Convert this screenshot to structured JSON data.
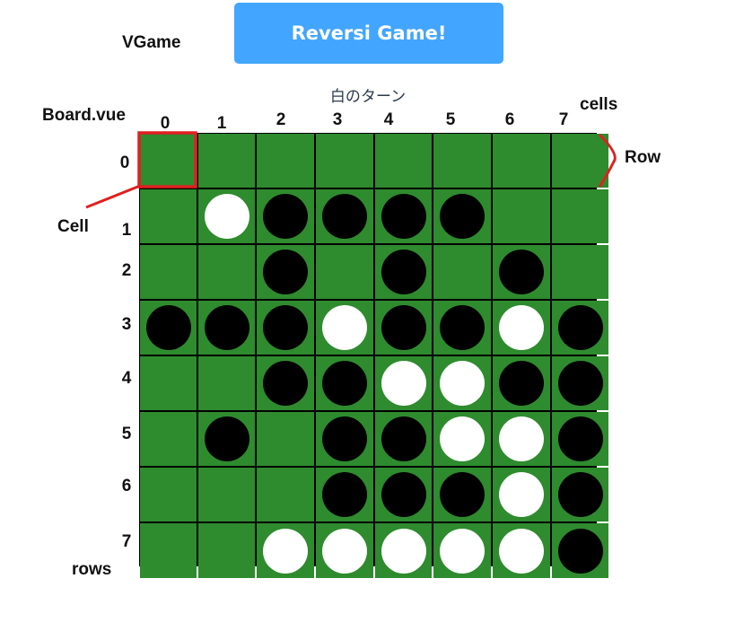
{
  "header": {
    "app_label": "VGame",
    "title_button": "Reversi Game!"
  },
  "status": "白のターン",
  "annotations": {
    "board_component": "Board.vue",
    "cells_label": "cells",
    "row_label": "Row",
    "cell_label": "Cell",
    "rows_label": "rows",
    "annotation_color": "#e02020"
  },
  "columns": [
    "0",
    "1",
    "2",
    "3",
    "4",
    "5",
    "6",
    "7"
  ],
  "rows": [
    "0",
    "1",
    "2",
    "3",
    "4",
    "5",
    "6",
    "7"
  ],
  "colors": {
    "board_green": "#2e8b2e",
    "title_button": "#42a5ff"
  },
  "board": [
    [
      "",
      "",
      "",
      "",
      "",
      "",
      "",
      ""
    ],
    [
      "",
      "white",
      "black",
      "black",
      "black",
      "black",
      "",
      ""
    ],
    [
      "",
      "",
      "black",
      "",
      "black",
      "",
      "black",
      ""
    ],
    [
      "black",
      "black",
      "black",
      "white",
      "black",
      "black",
      "white",
      "black"
    ],
    [
      "",
      "",
      "black",
      "black",
      "white",
      "white",
      "black",
      "black"
    ],
    [
      "",
      "black",
      "",
      "black",
      "black",
      "white",
      "white",
      "black"
    ],
    [
      "",
      "",
      "",
      "black",
      "black",
      "black",
      "white",
      "black"
    ],
    [
      "",
      "",
      "white",
      "white",
      "white",
      "white",
      "white",
      "black"
    ]
  ]
}
